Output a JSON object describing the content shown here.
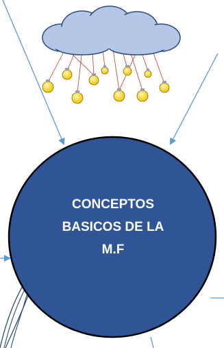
{
  "central_node": {
    "lines": [
      "CONCEPTOS",
      "BASICOS DE LA",
      "M.F"
    ],
    "fill_color": "#2f5597",
    "stroke_color": "#000000",
    "text_color": "#ffffff"
  },
  "illustration": {
    "icon": "cloud-with-lightbulbs-icon",
    "cloud_color": "#b4c7e7",
    "bulb_color": "#f5c400"
  },
  "connector_color": "#5b9bd5"
}
